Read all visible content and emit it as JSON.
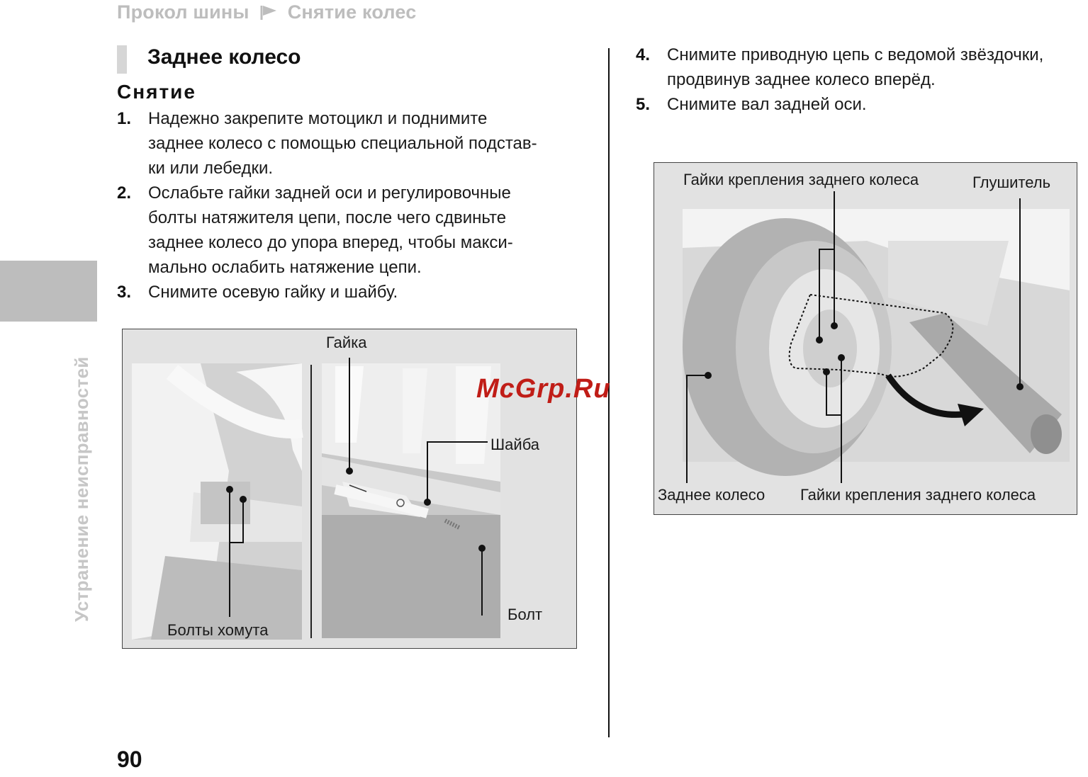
{
  "header": {
    "crumb1": "Прокол шины",
    "crumb2": "Снятие колес"
  },
  "sidebar": {
    "chapter": "Устранение неисправностей"
  },
  "section": {
    "title": "Заднее колесо",
    "subtitle": "Снятие"
  },
  "steps_left": [
    {
      "num": "1.",
      "text": "Надежно закрепите мотоцикл и поднимите\nзаднее колесо с помощью специальной подстав-\nки или лебедки."
    },
    {
      "num": "2.",
      "text": "Ослабьте гайки задней оси и регулировочные\nболты натяжителя цепи, после чего сдвиньте\nзаднее колесо до упора вперед, чтобы макси-\nмально ослабить натяжение цепи."
    },
    {
      "num": "3.",
      "text": "Снимите осевую гайку и шайбу."
    }
  ],
  "steps_right": [
    {
      "num": "4.",
      "text": "Снимите приводную цепь с ведомой звёздочки,\nпродвинув заднее колесо вперёд."
    },
    {
      "num": "5.",
      "text": "Снимите вал задней оси."
    }
  ],
  "figure1": {
    "label_nut": "Гайка",
    "label_washer": "Шайба",
    "label_bolt": "Болт",
    "label_clamp_bolts": "Болты хомута"
  },
  "figure2": {
    "label_wheel_nuts_top": "Гайки крепления заднего колеса",
    "label_muffler": "Глушитель",
    "label_rear_wheel": "Заднее колесо",
    "label_wheel_nuts_bottom": "Гайки крепления заднего колеса"
  },
  "watermark": "McGrp.Ru",
  "page_number": "90",
  "colors": {
    "accent_gray": "#bdbdbd",
    "watermark_red": "#c01d17"
  }
}
